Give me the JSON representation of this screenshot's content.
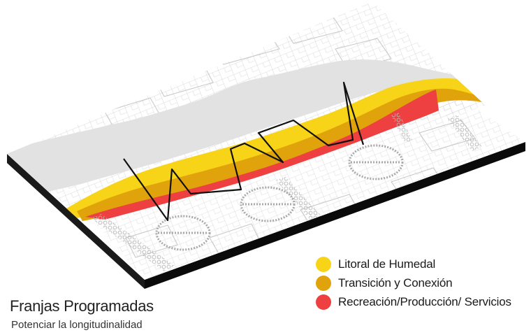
{
  "map": {
    "title": "Franjas Programadas",
    "subtitle": "Potenciar la longitudinalidad",
    "legend": [
      {
        "label": "Litoral de Humedal",
        "color": "#f7d417"
      },
      {
        "label": "Transición y Conexión",
        "color": "#e0a30c"
      },
      {
        "label": "Recreación/Producción/ Servicios",
        "color": "#ee4040"
      }
    ],
    "colors": {
      "water": "#e2e2e3",
      "slab_side": "#0d0d0d",
      "street_lines": "#c9c9c9",
      "trees": "#bdbdbd"
    },
    "icons": [
      "zigzag-path-icon",
      "circular-plaza-icon"
    ]
  }
}
